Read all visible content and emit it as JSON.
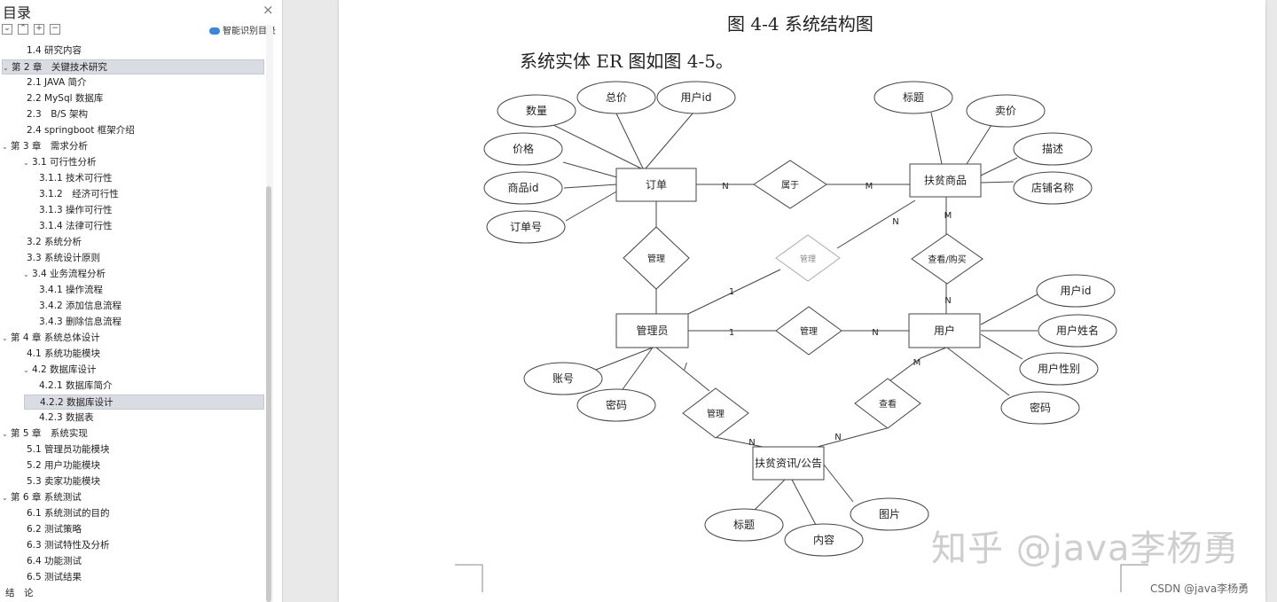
{
  "sidebar": {
    "title": "目录",
    "close_glyph": "×",
    "tool_glyphs": [
      "⌄",
      "⌃",
      "+",
      "−"
    ],
    "smart_label": "智能识别目录",
    "items": [
      {
        "text": "1.4 研究内容",
        "level": 1,
        "caret": ""
      },
      {
        "text": "第 2 章　关键技术研究",
        "level": 0,
        "caret": "⌄",
        "selected": true
      },
      {
        "text": "2.1 JAVA 简介",
        "level": 1,
        "caret": ""
      },
      {
        "text": "2.2 MySql 数据库",
        "level": 1,
        "caret": ""
      },
      {
        "text": "2.3　B/S 架构",
        "level": 1,
        "caret": ""
      },
      {
        "text": "2.4 springboot 框架介绍",
        "level": 1,
        "caret": ""
      },
      {
        "text": "第 3 章　需求分析",
        "level": 0,
        "caret": "⌄"
      },
      {
        "text": "3.1 可行性分析",
        "level": 1,
        "caret": "⌄"
      },
      {
        "text": "3.1.1  技术可行性",
        "level": 2,
        "caret": ""
      },
      {
        "text": "3.1.2　经济可行性",
        "level": 2,
        "caret": ""
      },
      {
        "text": "3.1.3  操作可行性",
        "level": 2,
        "caret": ""
      },
      {
        "text": "3.1.4  法律可行性",
        "level": 2,
        "caret": ""
      },
      {
        "text": "3.2 系统分析",
        "level": 1,
        "caret": ""
      },
      {
        "text": "3.3 系统设计原则",
        "level": 1,
        "caret": ""
      },
      {
        "text": "3.4 业务流程分析",
        "level": 1,
        "caret": "⌄"
      },
      {
        "text": "3.4.1 操作流程",
        "level": 2,
        "caret": ""
      },
      {
        "text": "3.4.2 添加信息流程",
        "level": 2,
        "caret": ""
      },
      {
        "text": "3.4.3 删除信息流程",
        "level": 2,
        "caret": ""
      },
      {
        "text": "第 4 章  系统总体设计",
        "level": 0,
        "caret": "⌄"
      },
      {
        "text": "4.1 系统功能模块",
        "level": 1,
        "caret": ""
      },
      {
        "text": "4.2 数据库设计",
        "level": 1,
        "caret": "⌄"
      },
      {
        "text": "4.2.1 数据库简介",
        "level": 2,
        "caret": ""
      },
      {
        "text": "4.2.2 数据库设计",
        "level": 2,
        "caret": "",
        "selected": true
      },
      {
        "text": "4.2.3 数据表",
        "level": 2,
        "caret": ""
      },
      {
        "text": "第 5 章　系统实现",
        "level": 0,
        "caret": "⌄"
      },
      {
        "text": "5.1 管理员功能模块",
        "level": 1,
        "caret": ""
      },
      {
        "text": "5.2 用户功能模块",
        "level": 1,
        "caret": ""
      },
      {
        "text": "5.3 卖家功能模块",
        "level": 1,
        "caret": ""
      },
      {
        "text": "第 6 章  系统测试",
        "level": 0,
        "caret": "⌄"
      },
      {
        "text": "6.1 系统测试的目的",
        "level": 1,
        "caret": ""
      },
      {
        "text": "6.2 测试策略",
        "level": 1,
        "caret": ""
      },
      {
        "text": "6.3 测试特性及分析",
        "level": 1,
        "caret": ""
      },
      {
        "text": "6.4 功能测试",
        "level": 1,
        "caret": ""
      },
      {
        "text": "6.5 测试结果",
        "level": 1,
        "caret": ""
      },
      {
        "text": "结　论",
        "level": 0,
        "caret": ""
      }
    ]
  },
  "document": {
    "figure_caption": "图 4-4 系统结构图",
    "body_text": "系统实体 ER 图如图 4-5。"
  },
  "er_diagram": {
    "entities": {
      "order": "订单",
      "product": "扶贫商品",
      "admin": "管理员",
      "user": "用户",
      "news": "扶贫资讯/公告"
    },
    "relations": {
      "belongs": "属于",
      "manage_order": "管理",
      "manage_product": "管理",
      "view_buy": "查看/购买",
      "manage_user": "管理",
      "manage_news": "管理",
      "view_news": "查看"
    },
    "attributes": {
      "order_qty": "数量",
      "order_total": "总价",
      "order_userid": "用户id",
      "order_price": "价格",
      "order_pid": "商品id",
      "order_no": "订单号",
      "prod_title": "标题",
      "prod_price": "卖价",
      "prod_desc": "描述",
      "prod_shop": "店铺名称",
      "user_id": "用户id",
      "user_name": "用户姓名",
      "user_gender": "用户性别",
      "user_pwd": "密码",
      "admin_account": "账号",
      "admin_pwd": "密码",
      "news_title": "标题",
      "news_content": "内容",
      "news_image": "图片"
    },
    "cardinalities": {
      "c_order_belongs": "N",
      "c_belongs_product": "M",
      "c_product_manage": "N",
      "c_admin_manage": "1",
      "c_product_viewbuy": "M",
      "c_viewbuy_user": "N",
      "c_admin_manageuser": "1",
      "c_manageuser_user": "N",
      "c_admin_managenews": "/",
      "c_managenews_news": "N",
      "c_user_view": "M",
      "c_view_news": "N"
    }
  },
  "watermark": "知乎 @java李杨勇",
  "footer_credit": "CSDN @java李杨勇"
}
